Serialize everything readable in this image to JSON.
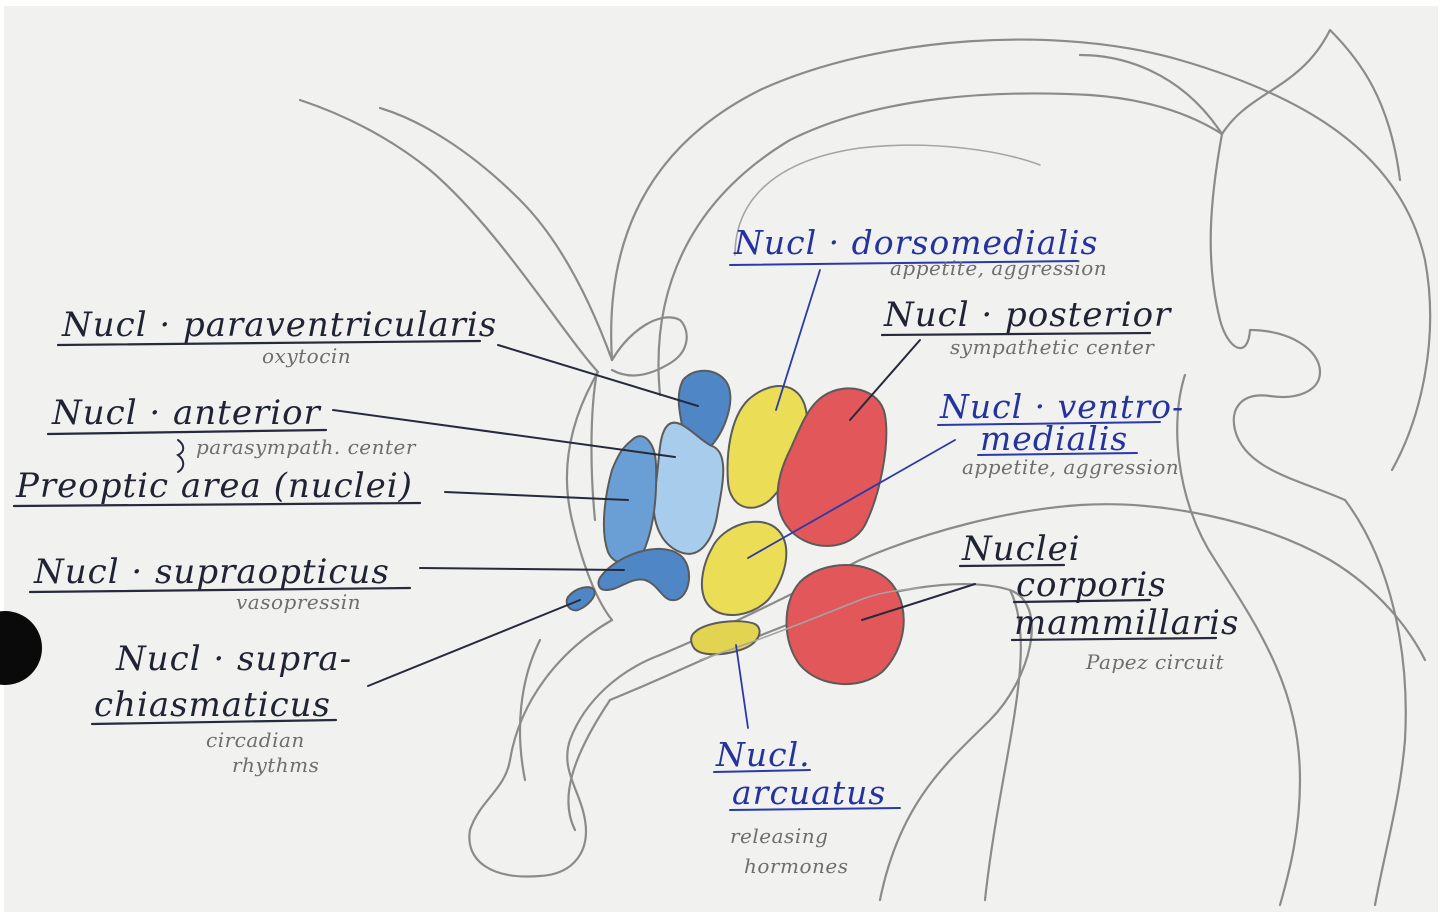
{
  "labels": {
    "paraventricularis": {
      "name": "Nucl · paraventricularis",
      "function": "oxytocin"
    },
    "anterior": {
      "name": "Nucl · anterior",
      "function": "parasympath. center"
    },
    "preoptic": {
      "name": "Preoptic area (nuclei)"
    },
    "supraopticus": {
      "name": "Nucl · supraopticus",
      "function": "vasopressin"
    },
    "suprachiasmaticus": {
      "name_line1": "Nucl · supra-",
      "name_line2": "chiasmaticus",
      "function_line1": "circadian",
      "function_line2": "rhythms"
    },
    "dorsomedialis": {
      "name": "Nucl · dorsomedialis",
      "function": "appetite, aggression"
    },
    "posterior": {
      "name": "Nucl · posterior",
      "function": "sympathetic center"
    },
    "ventromedialis": {
      "name_line1": "Nucl · ventro-",
      "name_line2": "medialis",
      "function": "appetite, aggression"
    },
    "mammillaris": {
      "name_line1": "Nuclei",
      "name_line2": "corporis",
      "name_line3": "mammillaris",
      "function": "Papez circuit"
    },
    "arcuatus": {
      "name_line1": "Nucl.",
      "name_line2": "arcuatus",
      "function_line1": "releasing",
      "function_line2": "hormones"
    }
  },
  "colors": {
    "paper": "#f1f1ef",
    "pencil_outline": "#8b8b8b",
    "ink_black": "#262a3c",
    "ink_blue": "#2a3aa8",
    "blue_nucleus_dark": "#4f86c6",
    "blue_nucleus_light": "#a8cdec",
    "yellow_nucleus": "#ebdd55",
    "red_nucleus": "#e2575a"
  }
}
